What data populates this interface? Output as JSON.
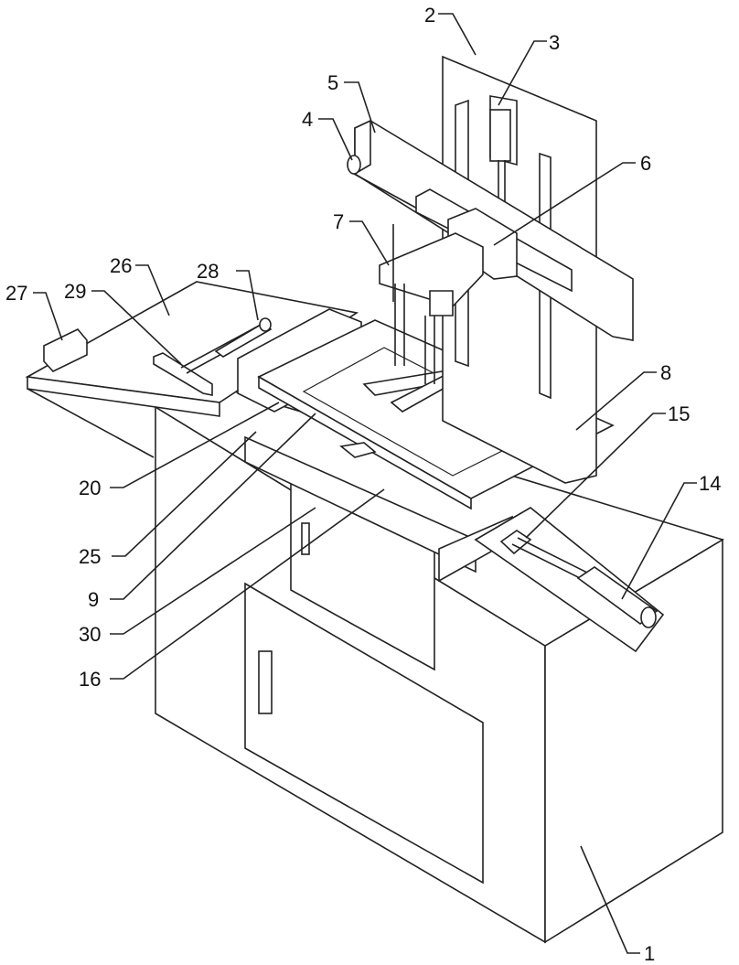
{
  "figure": {
    "callouts": [
      {
        "id": "lbl-1",
        "text": "1"
      },
      {
        "id": "lbl-2",
        "text": "2"
      },
      {
        "id": "lbl-3",
        "text": "3"
      },
      {
        "id": "lbl-4",
        "text": "4"
      },
      {
        "id": "lbl-5",
        "text": "5"
      },
      {
        "id": "lbl-6",
        "text": "6"
      },
      {
        "id": "lbl-7",
        "text": "7"
      },
      {
        "id": "lbl-8",
        "text": "8"
      },
      {
        "id": "lbl-9",
        "text": "9"
      },
      {
        "id": "lbl-14",
        "text": "14"
      },
      {
        "id": "lbl-15",
        "text": "15"
      },
      {
        "id": "lbl-16",
        "text": "16"
      },
      {
        "id": "lbl-20",
        "text": "20"
      },
      {
        "id": "lbl-25",
        "text": "25"
      },
      {
        "id": "lbl-26",
        "text": "26"
      },
      {
        "id": "lbl-27",
        "text": "27"
      },
      {
        "id": "lbl-28",
        "text": "28"
      },
      {
        "id": "lbl-29",
        "text": "29"
      },
      {
        "id": "lbl-30",
        "text": "30"
      }
    ]
  }
}
